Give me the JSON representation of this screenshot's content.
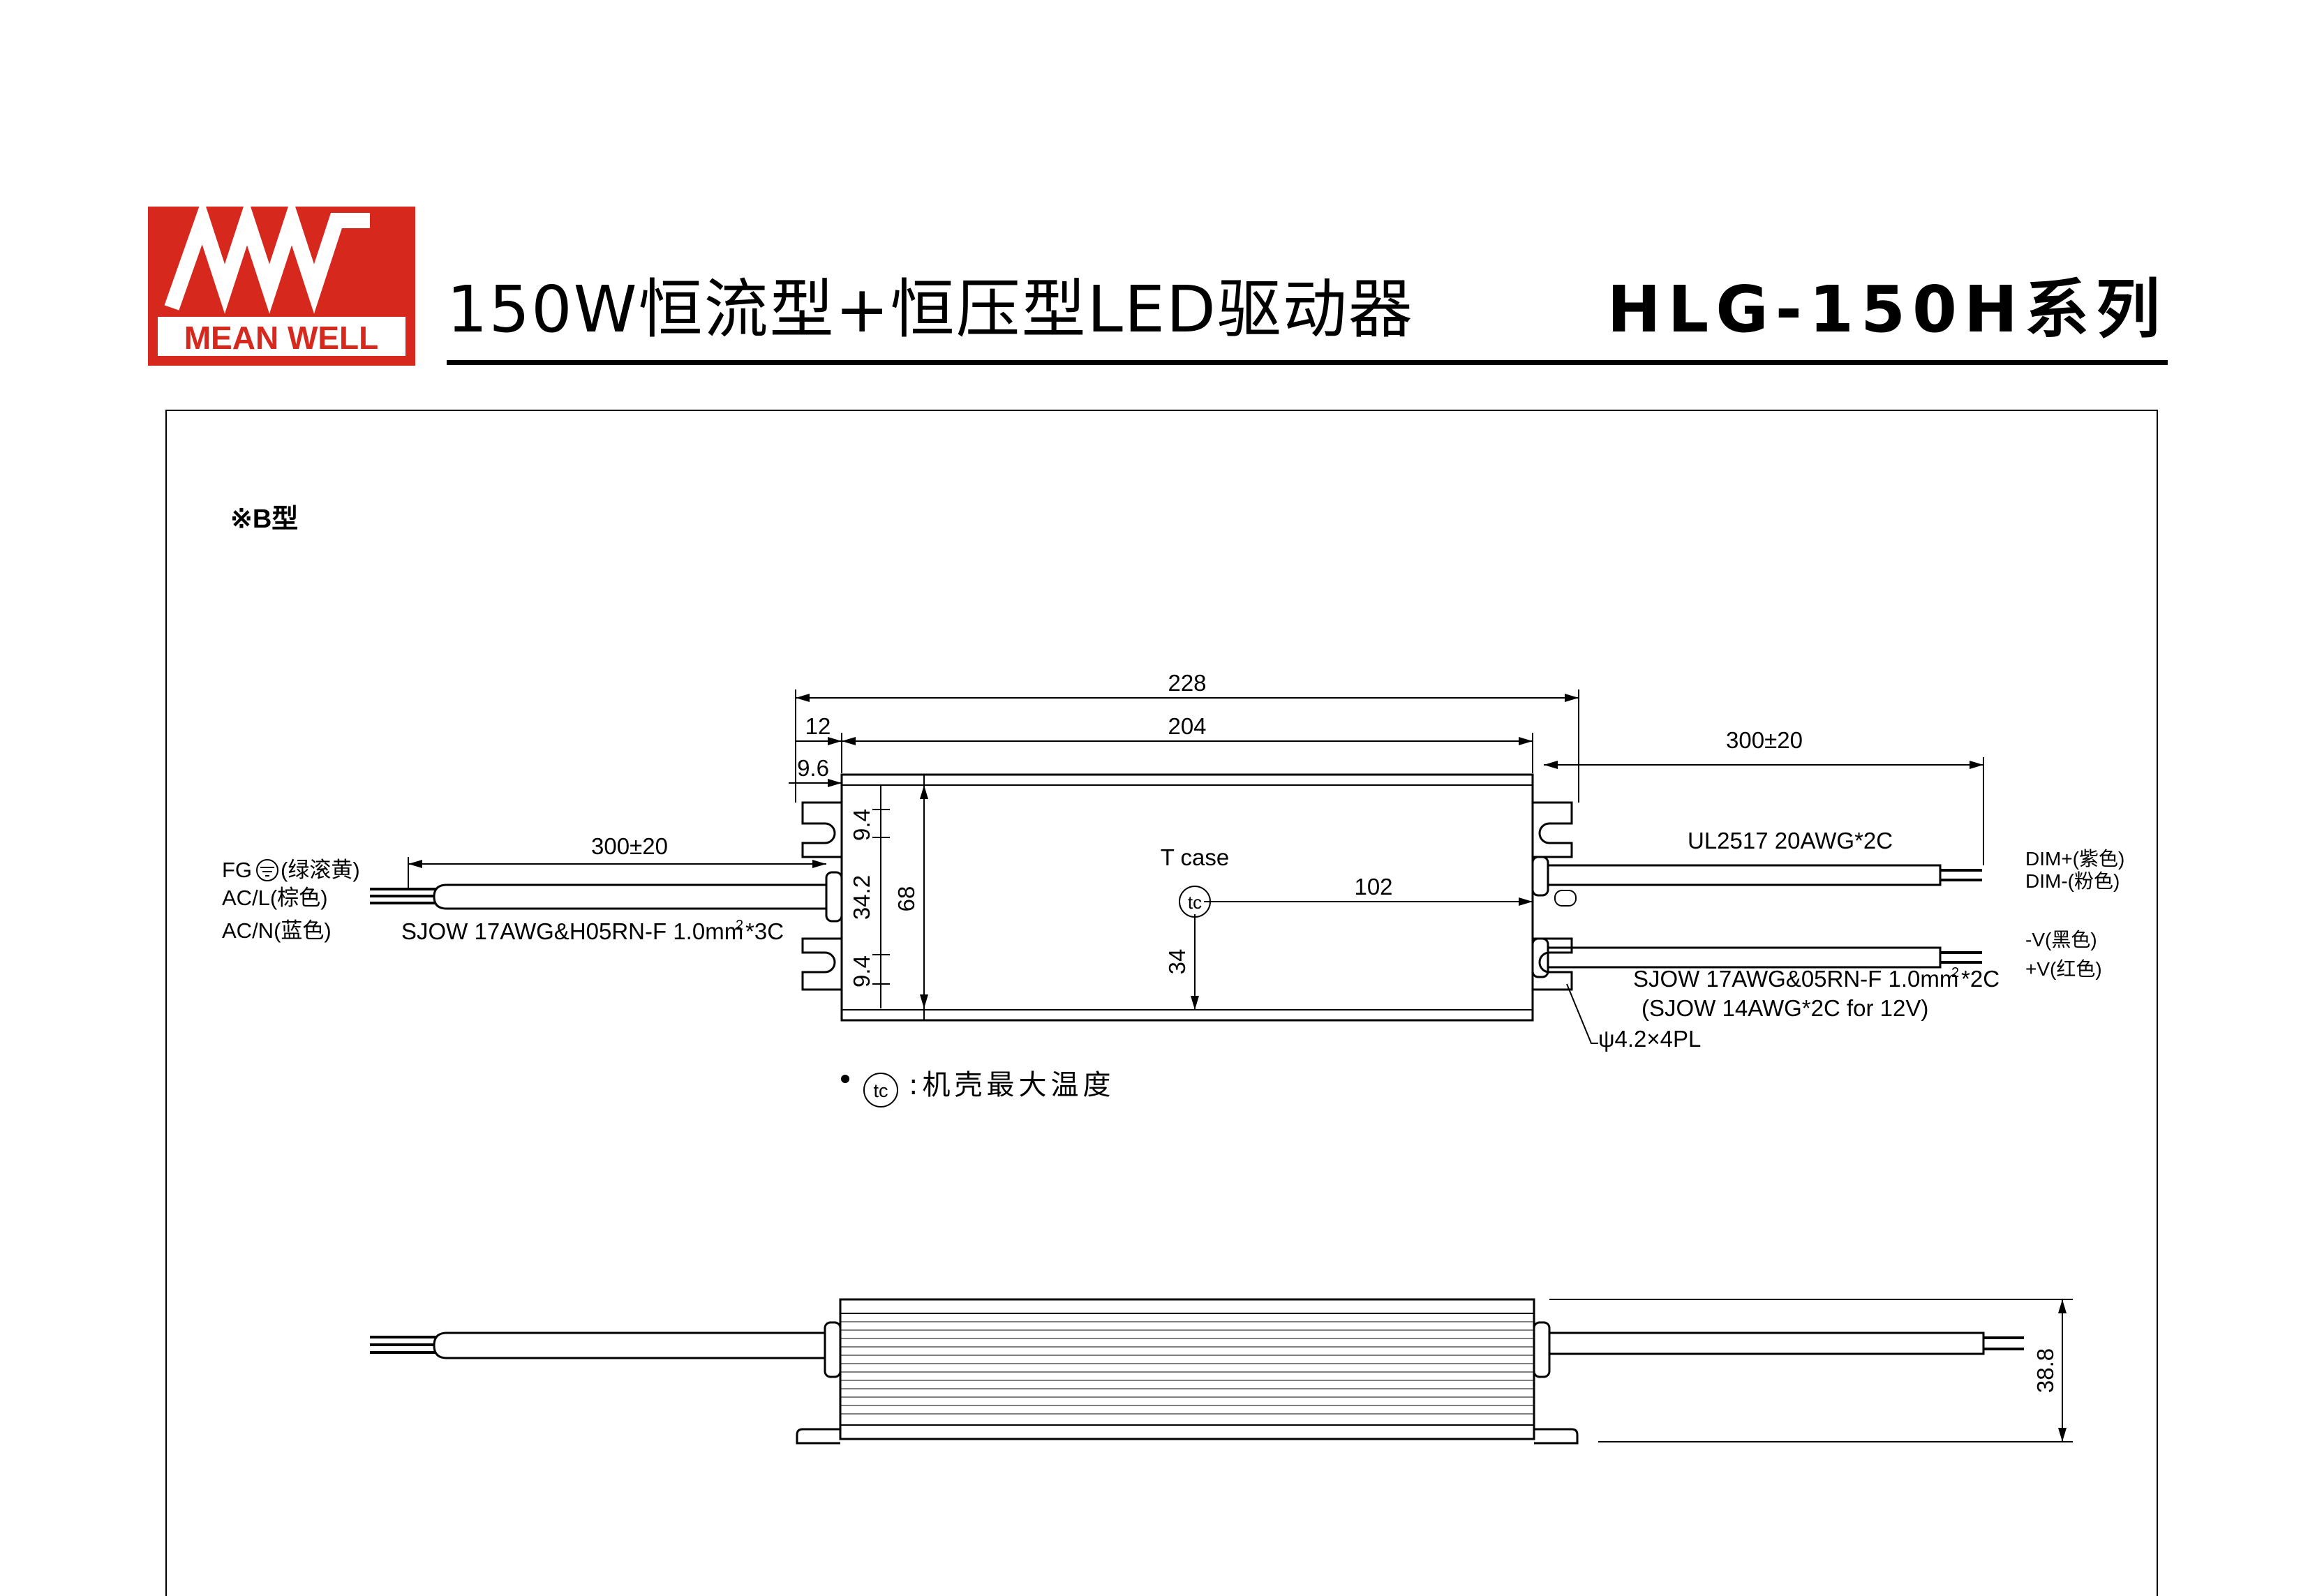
{
  "header": {
    "logo_text": "MEAN WELL",
    "logo_color": "#d7281e",
    "title": "150W恒流型+恒压型LED驱动器",
    "model": "HLG-150H系列"
  },
  "drawing": {
    "variant_label": "※B型",
    "top_view": {
      "dim_total_length": "228",
      "dim_12": "12",
      "dim_body_length": "204",
      "dim_9_6": "9.6",
      "dim_right_cable": "300±20",
      "dim_left_cable": "300±20",
      "dim_9_4_top": "9.4",
      "dim_34_2": "34.2",
      "dim_68": "68",
      "dim_9_4_bottom": "9.4",
      "tcase_label": "T case",
      "tc_symbol": "tc",
      "dim_102": "102",
      "dim_34": "34",
      "left_wires": {
        "fg": "FG",
        "fg_color": "(绿滚黄)",
        "acl": "AC/L(棕色)",
        "acn": "AC/N(蓝色)",
        "cable_spec": "SJOW 17AWG&H05RN-F 1.0mm",
        "cable_spec_sup": "2",
        "cable_spec_tail": "*3C"
      },
      "right_top_cable": "UL2517 20AWG*2C",
      "dim_plus": "DIM+(紫色)",
      "dim_minus": "DIM-(粉色)",
      "v_minus": "-V(黑色)",
      "v_plus": "+V(红色)",
      "right_bottom_cable_1": "SJOW 17AWG&05RN-F 1.0mm",
      "right_bottom_cable_1_sup": "2",
      "right_bottom_cable_1_tail": "*2C",
      "right_bottom_cable_2": "(SJOW 14AWG*2C for 12V)",
      "mount_hole": "ψ4.2×4PL"
    },
    "tc_note_symbol": "tc",
    "tc_note": ":机壳最大温度",
    "side_view": {
      "dim_height": "38.8"
    }
  }
}
